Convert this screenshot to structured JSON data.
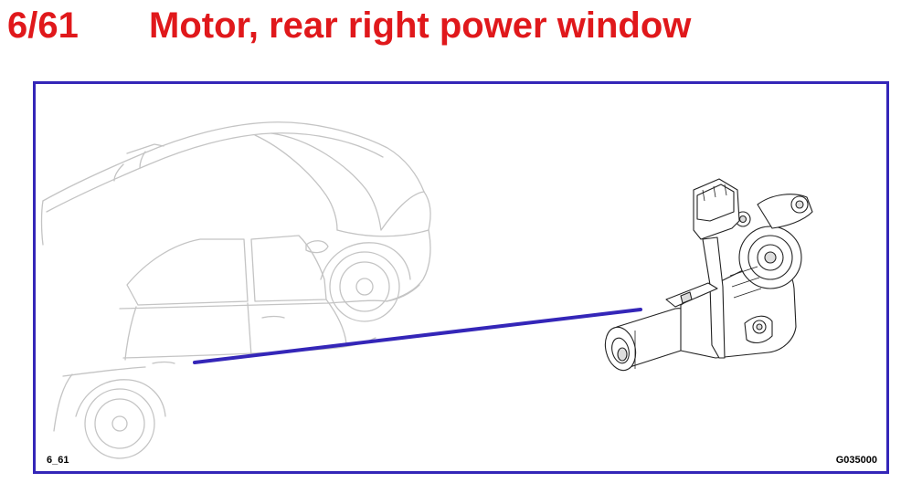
{
  "header": {
    "section_number": "6/61",
    "title": "Motor, rear right power window"
  },
  "figure": {
    "ref_left": "6_61",
    "ref_right": "G035000",
    "leader_color": "#3426b8",
    "title_color": "#e0181b"
  }
}
